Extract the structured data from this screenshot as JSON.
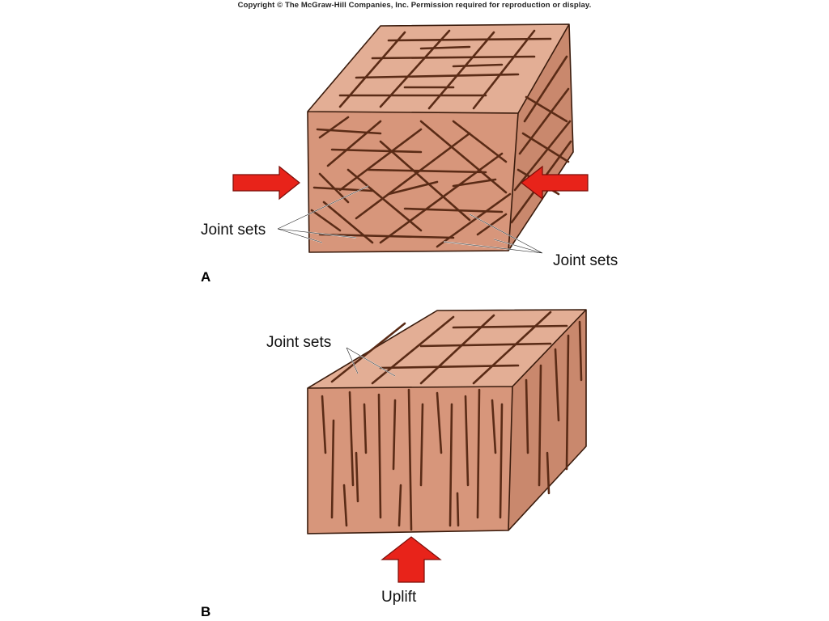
{
  "copyright": "Copyright © The McGraw-Hill Companies, Inc. Permission required for reproduction or display.",
  "panels": {
    "a": {
      "letter": "A",
      "label_left": "Joint sets",
      "label_right": "Joint sets"
    },
    "b": {
      "letter": "B",
      "label_top": "Joint sets",
      "label_bottom": "Uplift"
    }
  },
  "colors": {
    "rock_front": "#d7967b",
    "rock_top": "#e3ae95",
    "rock_side": "#c9886d",
    "crack": "#5a2b16",
    "arrow": "#e8231a",
    "arrow_outline": "#7a0d08"
  }
}
